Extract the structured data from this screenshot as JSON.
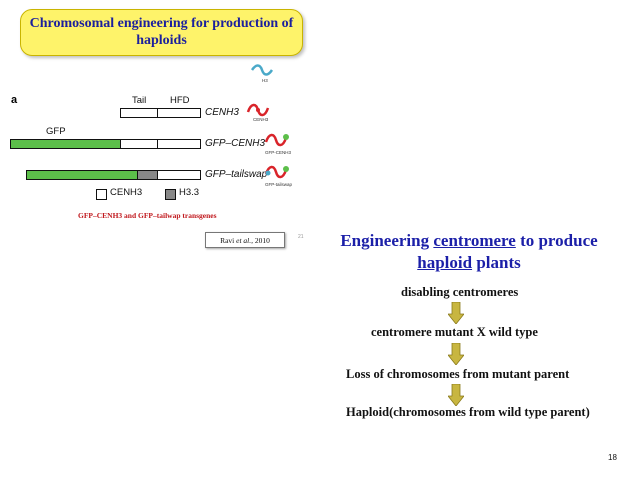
{
  "title": {
    "line1": "Chromosomal engineering for production of",
    "line2": "haploids"
  },
  "figure": {
    "panel_label": "a",
    "tail_label": "Tail",
    "hfd_label": "HFD",
    "gfp_label": "GFP",
    "rows": [
      {
        "label": "CENH3",
        "icon_label": "CENH3"
      },
      {
        "label": "GFP–CENH3",
        "icon_label": "GFP-CENH3"
      },
      {
        "label": "GFP–tailswap",
        "icon_label": "GFP-tailswap"
      }
    ],
    "h3_icon_label": "H3",
    "legend": [
      {
        "label": "CENH3",
        "color": "#ffffff"
      },
      {
        "label": "H3.3",
        "color": "#888888"
      }
    ],
    "colors": {
      "gfp": "#5cbf4a",
      "h33": "#888888",
      "cenh3_icon": "#d9242a",
      "h3_icon": "#4aa9c9"
    },
    "caption": "GFP–CENH3 and GFP–tailwap transgenes",
    "citation": {
      "author": "Ravi",
      "etal": "et al.,",
      "year": "2010"
    },
    "small_number": "21"
  },
  "heading": {
    "pre": "Engineering ",
    "term1": "centromere",
    "mid": " to produce",
    "term2": "haploid",
    "post": " plants"
  },
  "steps": [
    "disabling centromeres",
    "centromere mutant X wild type",
    "Loss of chromosomes from mutant parent",
    "Haploid(chromosomes from wild type parent)"
  ],
  "page_number": "18"
}
